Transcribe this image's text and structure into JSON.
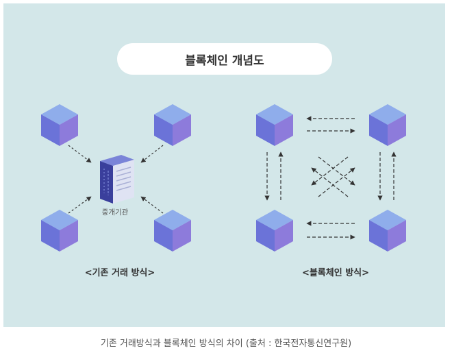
{
  "title": "블록체인 개념도",
  "left_diagram": {
    "caption": "<기존 거래 방식>",
    "server_label": "중개기관"
  },
  "right_diagram": {
    "caption": "<블록체인 방식>"
  },
  "figure_caption": "기존 거래방식과 블록체인 방식의 차이 (출처 : 한국전자통신연구원)",
  "colors": {
    "background_panel": "#d3e7e9",
    "cube_top": "#7fa0e8",
    "cube_left": "#6c6fd6",
    "cube_right": "#8a7ad8",
    "server": "#3d4aa8",
    "arrow": "#333333"
  }
}
